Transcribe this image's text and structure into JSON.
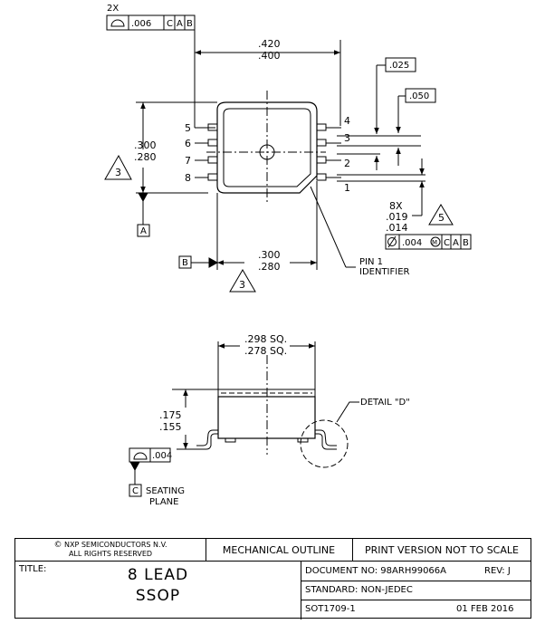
{
  "top_view": {
    "lead_count_prefix": "2X",
    "fcf_top": {
      "symbol": "surface-profile-icon",
      "tolerance": ".006",
      "datums": [
        "C",
        "A",
        "B"
      ]
    },
    "dim_width": {
      "max": ".420",
      "min": ".400"
    },
    "dim_body_height": {
      "max": ".300",
      "min": ".280"
    },
    "dim_body_width": {
      "max": ".300",
      "min": ".280"
    },
    "dim_pitch": ".025",
    "dim_pitch_ref": ".050",
    "lead_width": {
      "count": "8X",
      "max": ".019",
      "min": ".014"
    },
    "note_3_left": "3",
    "note_3_bottom": "3",
    "note_5": "5",
    "fcf_leads": {
      "symbol": "diameter-icon",
      "tolerance": ".004",
      "modifier": "M",
      "datums": [
        "C",
        "A",
        "B"
      ]
    },
    "datum_a": "A",
    "datum_b": "B",
    "pins_left": [
      "5",
      "6",
      "7",
      "8"
    ],
    "pins_right": [
      "4",
      "3",
      "2",
      "1"
    ],
    "pin1_label_line1": "PIN 1",
    "pin1_label_line2": "IDENTIFIER"
  },
  "side_view": {
    "dim_square": {
      "max": ".298 SQ.",
      "min": ".278 SQ."
    },
    "dim_height": {
      "max": ".175",
      "min": ".155"
    },
    "detail_label": "DETAIL \"D\"",
    "fcf_flatness": {
      "symbol": "surface-profile-icon",
      "tolerance": ".004"
    },
    "datum_c": "C",
    "seating_line1": "SEATING",
    "seating_line2": "PLANE"
  },
  "title_block": {
    "copyright_line1": "NXP SEMICONDUCTORS N.V.",
    "copyright_line2": "ALL RIGHTS RESERVED",
    "outline_type": "MECHANICAL OUTLINE",
    "print_note": "PRINT VERSION NOT TO SCALE",
    "title_label": "TITLE:",
    "title_line1": "8 LEAD",
    "title_line2": "SSOP",
    "document_no": "DOCUMENT NO: 98ARH99066A",
    "revision": "REV:  J",
    "standard": "STANDARD: NON-JEDEC",
    "package_code": "SOT1709-1",
    "date": "01 FEB 2016"
  }
}
